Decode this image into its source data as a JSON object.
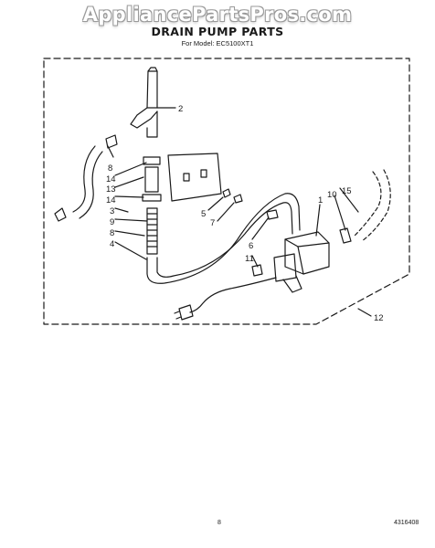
{
  "watermark": "AppliancePartsPros.com",
  "header": {
    "title": "DRAIN PUMP PARTS",
    "subtitle": "For Model: EC5100XT1"
  },
  "callouts": {
    "c1": "1",
    "c2": "2",
    "c3": "3",
    "c4": "4",
    "c5": "5",
    "c6": "6",
    "c7": "7",
    "c8a": "8",
    "c8b": "8",
    "c9": "9",
    "c10": "10",
    "c11": "11",
    "c12": "12",
    "c13": "13",
    "c14a": "14",
    "c14b": "14",
    "c15": "15"
  },
  "footer": {
    "page_number": "8",
    "doc_number": "4316408"
  }
}
